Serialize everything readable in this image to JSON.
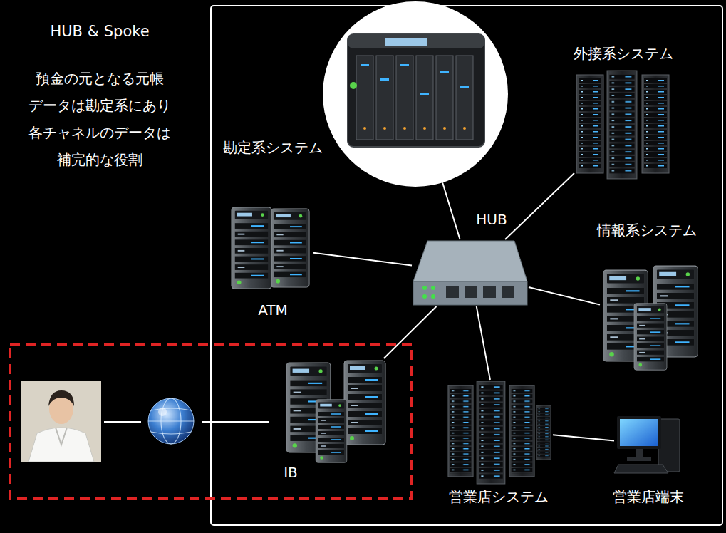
{
  "diagram": {
    "title": "HUB & Spoke",
    "nodes": [
      {
        "text": [
          "勘定系システム"
        ]
      },
      {
        "text": [
          "外接系システム"
        ]
      },
      {
        "text": [
          "HUB"
        ]
      },
      {
        "text": [
          "ATM"
        ]
      },
      {
        "text": [
          "情報系システム"
        ]
      },
      {
        "text": [
          "IB"
        ]
      },
      {
        "text": [
          "営業店システム"
        ]
      },
      {
        "text": [
          "営業店端末"
        ]
      }
    ],
    "edges": [
      {
        "from": 0,
        "to": 2,
        "arrow": "none"
      },
      {
        "from": 1,
        "to": 2,
        "arrow": "none"
      },
      {
        "from": 3,
        "to": 2,
        "arrow": "none"
      },
      {
        "from": 4,
        "to": 2,
        "arrow": "none"
      },
      {
        "from": 5,
        "to": 2,
        "arrow": "none"
      },
      {
        "from": 6,
        "to": 2,
        "arrow": "none"
      },
      {
        "from": 6,
        "to": 7,
        "arrow": "none"
      }
    ],
    "labels": [
      "預金の元となる元帳 データは勘定系にあり 各チャネルのデータは 補完的な役割"
    ]
  }
}
